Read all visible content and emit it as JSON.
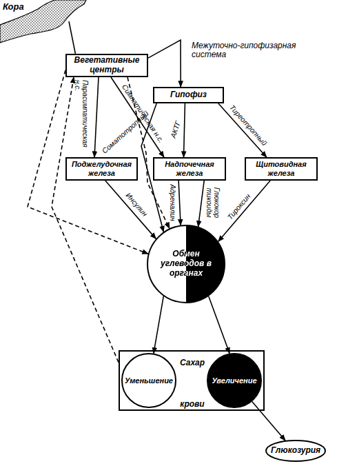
{
  "diagram": {
    "nodes": [
      {
        "text": [
          "Кора"
        ]
      },
      {
        "text": [
          "Вегетативные центры"
        ]
      },
      {
        "text": [
          "Гипофиз"
        ]
      },
      {
        "text": [
          "Поджелудочная железа"
        ]
      },
      {
        "text": [
          "Надпочечная железа"
        ]
      },
      {
        "text": [
          "Щитовидная железа"
        ]
      },
      {
        "text": [
          "Обмен углеводов в органах"
        ]
      },
      {
        "text": [
          "Сахар крови"
        ]
      },
      {
        "text": [
          "Уменьшение"
        ],
        "in": 7
      },
      {
        "text": [
          "Увеличение"
        ],
        "in": 7
      },
      {
        "text": [
          "Глюкозурия"
        ]
      }
    ],
    "edges": [
      {
        "from": 0,
        "to": 1,
        "arrow": "none"
      },
      {
        "from": 1,
        "to": 2,
        "label": "Межуточно-гипофизарная система",
        "arrow": "to"
      },
      {
        "from": 1,
        "to": 3,
        "label": "Парасимпатическая н.с.",
        "arrow": "to"
      },
      {
        "from": 1,
        "to": 4,
        "label": "Симпатическая н.с.",
        "arrow": "to"
      },
      {
        "from": 2,
        "to": 6,
        "label": "Соматотропный",
        "arrow": "to"
      },
      {
        "from": 2,
        "to": 4,
        "label": "АКТГ",
        "arrow": "to"
      },
      {
        "from": 2,
        "to": 5,
        "label": "Тиреотропный",
        "arrow": "to"
      },
      {
        "from": 3,
        "to": 6,
        "label": "Инсулин",
        "arrow": "to"
      },
      {
        "from": 4,
        "to": 6,
        "label": "Адреналин",
        "arrow": "to"
      },
      {
        "from": 4,
        "to": 6,
        "label": "Глюкокортикоиды",
        "arrow": "to"
      },
      {
        "from": 5,
        "to": 6,
        "label": "Тироксин",
        "arrow": "to"
      },
      {
        "from": 1,
        "to": 6,
        "arrow": "to"
      },
      {
        "from": 1,
        "to": 6,
        "arrow": "to"
      },
      {
        "from": 7,
        "to": 1,
        "arrow": "to"
      },
      {
        "from": 6,
        "to": 8,
        "arrow": "to"
      },
      {
        "from": 6,
        "to": 9,
        "arrow": "to"
      },
      {
        "from": 9,
        "to": 10,
        "arrow": "to"
      }
    ]
  }
}
